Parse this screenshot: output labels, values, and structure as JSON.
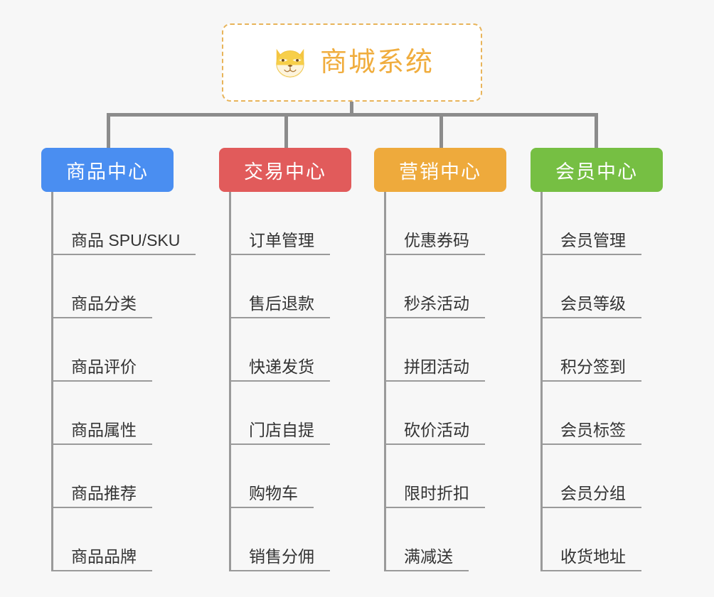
{
  "root": {
    "title": "商城系统",
    "icon": "shiba-dog-face-emoji",
    "text_color": "#f0ad3e",
    "border_color": "#e8b45a",
    "background": "#ffffff"
  },
  "canvas": {
    "background": "#f7f7f7",
    "line_color": "#8c8c8c"
  },
  "branches": [
    {
      "label": "商品中心",
      "color": "#4a8ef1",
      "leaves": [
        {
          "label": "商品 SPU/SKU"
        },
        {
          "label": "商品分类"
        },
        {
          "label": "商品评价"
        },
        {
          "label": "商品属性"
        },
        {
          "label": "商品推荐"
        },
        {
          "label": "商品品牌"
        }
      ]
    },
    {
      "label": "交易中心",
      "color": "#e15b5b",
      "leaves": [
        {
          "label": "订单管理"
        },
        {
          "label": "售后退款"
        },
        {
          "label": "快递发货"
        },
        {
          "label": "门店自提"
        },
        {
          "label": "购物车"
        },
        {
          "label": "销售分佣"
        }
      ]
    },
    {
      "label": "营销中心",
      "color": "#eeaa3c",
      "leaves": [
        {
          "label": "优惠券码"
        },
        {
          "label": "秒杀活动"
        },
        {
          "label": "拼团活动"
        },
        {
          "label": "砍价活动"
        },
        {
          "label": "限时折扣"
        },
        {
          "label": "满减送"
        }
      ]
    },
    {
      "label": "会员中心",
      "color": "#76bf43",
      "leaves": [
        {
          "label": "会员管理"
        },
        {
          "label": "会员等级"
        },
        {
          "label": "积分签到"
        },
        {
          "label": "会员标签"
        },
        {
          "label": "会员分组"
        },
        {
          "label": "收货地址"
        }
      ]
    }
  ]
}
